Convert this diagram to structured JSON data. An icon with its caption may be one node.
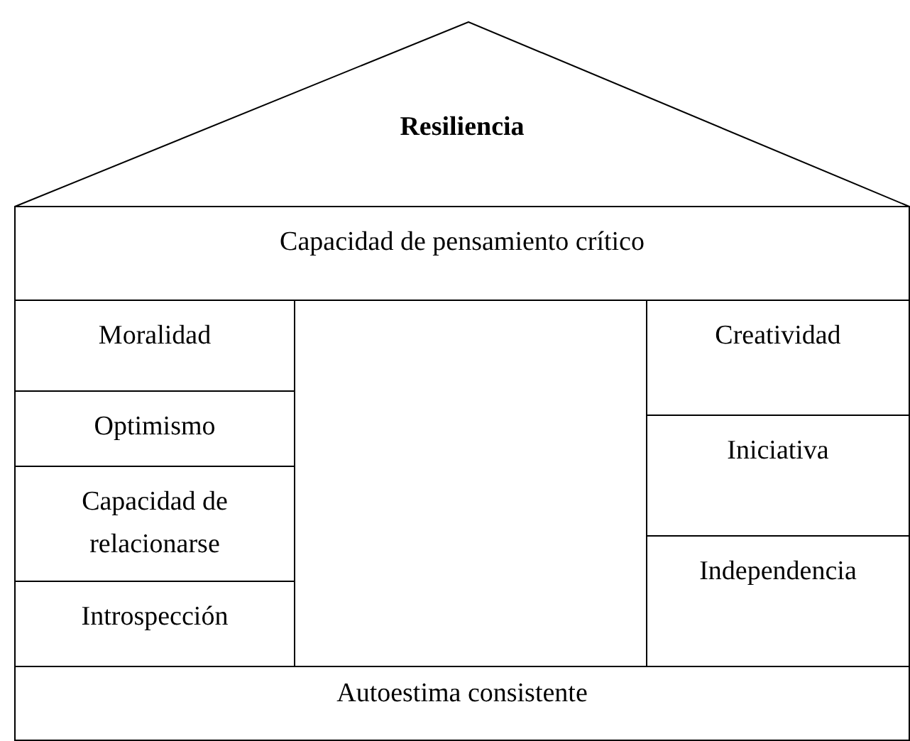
{
  "diagram": {
    "nodes": [
      {
        "text": [
          "Resiliencia"
        ]
      },
      {
        "text": [
          "Capacidad de pensamiento crítico"
        ]
      },
      {
        "text": [
          "Moralidad"
        ]
      },
      {
        "text": [
          "Optimismo"
        ]
      },
      {
        "text": [
          "Capacidad de relacionarse"
        ]
      },
      {
        "text": [
          "Introspección"
        ]
      },
      {
        "text": [
          "Creatividad"
        ]
      },
      {
        "text": [
          "Iniciativa"
        ]
      },
      {
        "text": [
          "Independencia"
        ]
      },
      {
        "text": [
          "Autoestima consistente"
        ]
      }
    ]
  }
}
